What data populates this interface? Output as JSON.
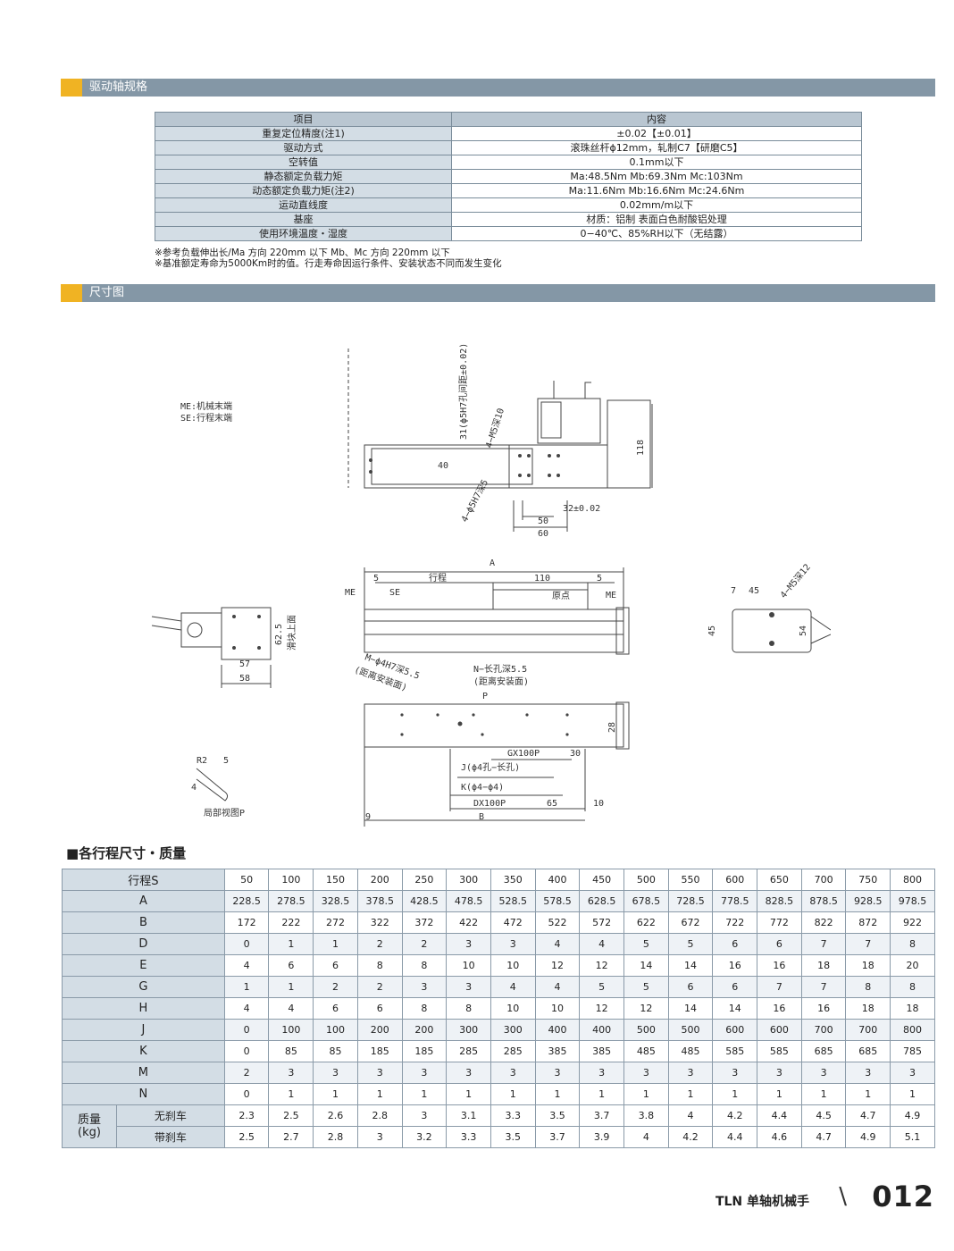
{
  "sections": {
    "spec_title": "驱动轴规格",
    "dim_title": "尺寸图"
  },
  "spec": {
    "header": [
      "项目",
      "内容"
    ],
    "rows": [
      [
        "重复定位精度(注1)",
        "±0.02【±0.01】"
      ],
      [
        "驱动方式",
        "滚珠丝杆ϕ12mm，轧制C7【研磨C5】"
      ],
      [
        "空转值",
        "0.1mm以下"
      ],
      [
        "静态额定负载力矩",
        "Ma:48.5Nm   Mb:69.3Nm   Mc:103Nm"
      ],
      [
        "动态额定负载力矩(注2)",
        "Ma:11.6Nm   Mb:16.6Nm   Mc:24.6Nm"
      ],
      [
        "运动直线度",
        "0.02mm/m以下"
      ],
      [
        "基座",
        "材质：铝制  表面白色耐酸铝处理"
      ],
      [
        "使用环境温度・湿度",
        "0−40℃、85%RH以下（无结露）"
      ]
    ],
    "notes": [
      "※参考负载伸出长/Ma 方向 220mm 以下    Mb、Mc 方向 220mm 以下",
      "※基准额定寿命为5000Km时的值。行走寿命因运行条件、安装状态不同而发生变化"
    ]
  },
  "drawing": {
    "legend1": "ME:机械末端",
    "legend2": "SE:行程末端",
    "top": {
      "vert": "31(ϕ5H7孔间距±0.02)",
      "m5": "4−M5深10",
      "d40": "40",
      "d118": "118",
      "phi": "4−ϕ5H7深5",
      "d32": "32±0.02",
      "d50": "50",
      "d60": "60"
    },
    "front": {
      "A": "A",
      "stroke": "行程",
      "d110": "110",
      "d5a": "5",
      "d5b": "5",
      "origin": "原点",
      "ME": "ME",
      "SE": "SE"
    },
    "side": {
      "d625": "62.5",
      "base": "滑块上面",
      "d57": "57",
      "d58": "58"
    },
    "right": {
      "d7": "7",
      "d45": "45",
      "m5": "4−M5深12",
      "d45v": "45",
      "d54": "54"
    },
    "bottom": {
      "m": "M−ϕ4H7深5.5",
      "mnote": "(距离安装面)",
      "n": "N−长孔深5.5",
      "nnote": "(距离安装面)",
      "p": "P",
      "d28": "28",
      "gx": "GX100P",
      "d30": "30",
      "j": "J(ϕ4孔−长孔)",
      "k": "K(ϕ4−ϕ4)",
      "dx": "DX100P",
      "d65": "65",
      "d10": "10",
      "b": "B",
      "d9": "9"
    },
    "detail": {
      "r2": "R2",
      "d5": "5",
      "d4": "4",
      "label": "局部视图P"
    }
  },
  "dim_table": {
    "title": "■各行程尺寸・质量",
    "stroke_label": "行程S",
    "strokes": [
      "50",
      "100",
      "150",
      "200",
      "250",
      "300",
      "350",
      "400",
      "450",
      "500",
      "550",
      "600",
      "650",
      "700",
      "750",
      "800"
    ],
    "rows": [
      {
        "label": "A",
        "values": [
          "228.5",
          "278.5",
          "328.5",
          "378.5",
          "428.5",
          "478.5",
          "528.5",
          "578.5",
          "628.5",
          "678.5",
          "728.5",
          "778.5",
          "828.5",
          "878.5",
          "928.5",
          "978.5"
        ]
      },
      {
        "label": "B",
        "values": [
          "172",
          "222",
          "272",
          "322",
          "372",
          "422",
          "472",
          "522",
          "572",
          "622",
          "672",
          "722",
          "772",
          "822",
          "872",
          "922"
        ]
      },
      {
        "label": "D",
        "values": [
          "0",
          "1",
          "1",
          "2",
          "2",
          "3",
          "3",
          "4",
          "4",
          "5",
          "5",
          "6",
          "6",
          "7",
          "7",
          "8"
        ]
      },
      {
        "label": "E",
        "values": [
          "4",
          "6",
          "6",
          "8",
          "8",
          "10",
          "10",
          "12",
          "12",
          "14",
          "14",
          "16",
          "16",
          "18",
          "18",
          "20"
        ]
      },
      {
        "label": "G",
        "values": [
          "1",
          "1",
          "2",
          "2",
          "3",
          "3",
          "4",
          "4",
          "5",
          "5",
          "6",
          "6",
          "7",
          "7",
          "8",
          "8"
        ]
      },
      {
        "label": "H",
        "values": [
          "4",
          "4",
          "6",
          "6",
          "8",
          "8",
          "10",
          "10",
          "12",
          "12",
          "14",
          "14",
          "16",
          "16",
          "18",
          "18"
        ]
      },
      {
        "label": "J",
        "values": [
          "0",
          "100",
          "100",
          "200",
          "200",
          "300",
          "300",
          "400",
          "400",
          "500",
          "500",
          "600",
          "600",
          "700",
          "700",
          "800"
        ]
      },
      {
        "label": "K",
        "values": [
          "0",
          "85",
          "85",
          "185",
          "185",
          "285",
          "285",
          "385",
          "385",
          "485",
          "485",
          "585",
          "585",
          "685",
          "685",
          "785"
        ]
      },
      {
        "label": "M",
        "values": [
          "2",
          "3",
          "3",
          "3",
          "3",
          "3",
          "3",
          "3",
          "3",
          "3",
          "3",
          "3",
          "3",
          "3",
          "3",
          "3"
        ]
      },
      {
        "label": "N",
        "values": [
          "0",
          "1",
          "1",
          "1",
          "1",
          "1",
          "1",
          "1",
          "1",
          "1",
          "1",
          "1",
          "1",
          "1",
          "1",
          "1"
        ]
      }
    ],
    "mass_label": "质量",
    "mass_unit": "(kg)",
    "mass_rows": [
      {
        "label": "无刹车",
        "values": [
          "2.3",
          "2.5",
          "2.6",
          "2.8",
          "3",
          "3.1",
          "3.3",
          "3.5",
          "3.7",
          "3.8",
          "4",
          "4.2",
          "4.4",
          "4.5",
          "4.7",
          "4.9"
        ]
      },
      {
        "label": "带刹车",
        "values": [
          "2.5",
          "2.7",
          "2.8",
          "3",
          "3.2",
          "3.3",
          "3.5",
          "3.7",
          "3.9",
          "4",
          "4.2",
          "4.4",
          "4.6",
          "4.7",
          "4.9",
          "5.1"
        ]
      }
    ]
  },
  "footer": {
    "brand": "TLN 单轴机械手",
    "page": "012"
  }
}
